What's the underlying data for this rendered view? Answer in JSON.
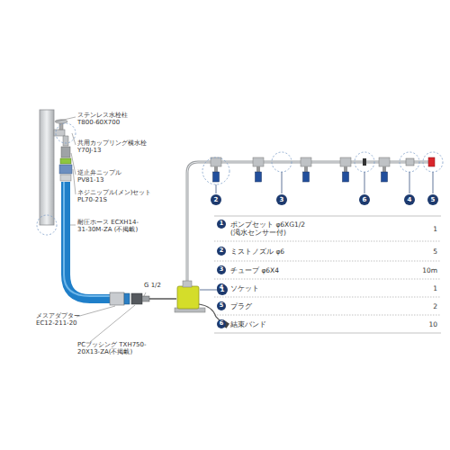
{
  "diagram": {
    "labels": [
      "ステンレス水栓柱 T800-60X700",
      "共用カップリング横水栓 Y70J-13",
      "逆止弁ニップル PV81-13",
      "ネジニップル(メン)セット PL70-21S",
      "耐圧ホース ECXH14-31-30M-ZA (不掲載)",
      "メスアダプター EC12-211-20",
      "PCブッシング TXH750-20X13-ZA(不掲載)",
      "G 1/2",
      "2",
      "3",
      "6",
      "4",
      "5",
      "1",
      "1",
      "ポンプセット φ6XG1/2 (渇水センサー付)",
      "1",
      "2",
      "ミストノズル φ6",
      "5",
      "3",
      "チューブ φ6X4",
      "10m",
      "4",
      "ソケット",
      "1",
      "5",
      "プラグ",
      "2",
      "6",
      "結束バンド",
      "10"
    ]
  }
}
